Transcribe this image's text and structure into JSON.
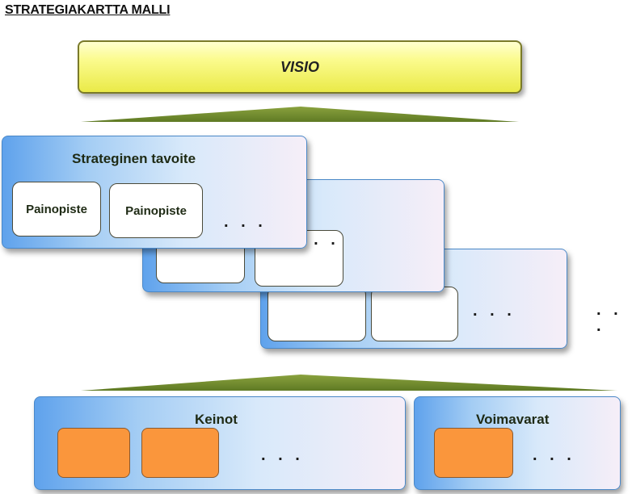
{
  "title": "STRATEGIAKARTTA MALLI",
  "vision": {
    "label": "VISIO"
  },
  "strategy": {
    "title": "Strateginen tavoite",
    "focus_labels": [
      "Painopiste",
      "Painopiste"
    ],
    "ellipsis": ". . .",
    "stack_ellipsis": ". . ."
  },
  "means": {
    "title": "Keinot",
    "ellipsis": ". . ."
  },
  "resources": {
    "title": "Voimavarat",
    "ellipsis": ". . ."
  },
  "colors": {
    "vision_fill": "#fbfb8e",
    "wedge_green": "#6f8a2e",
    "panel_blue": "#5fa2ec",
    "orange_box": "#fa963c"
  }
}
